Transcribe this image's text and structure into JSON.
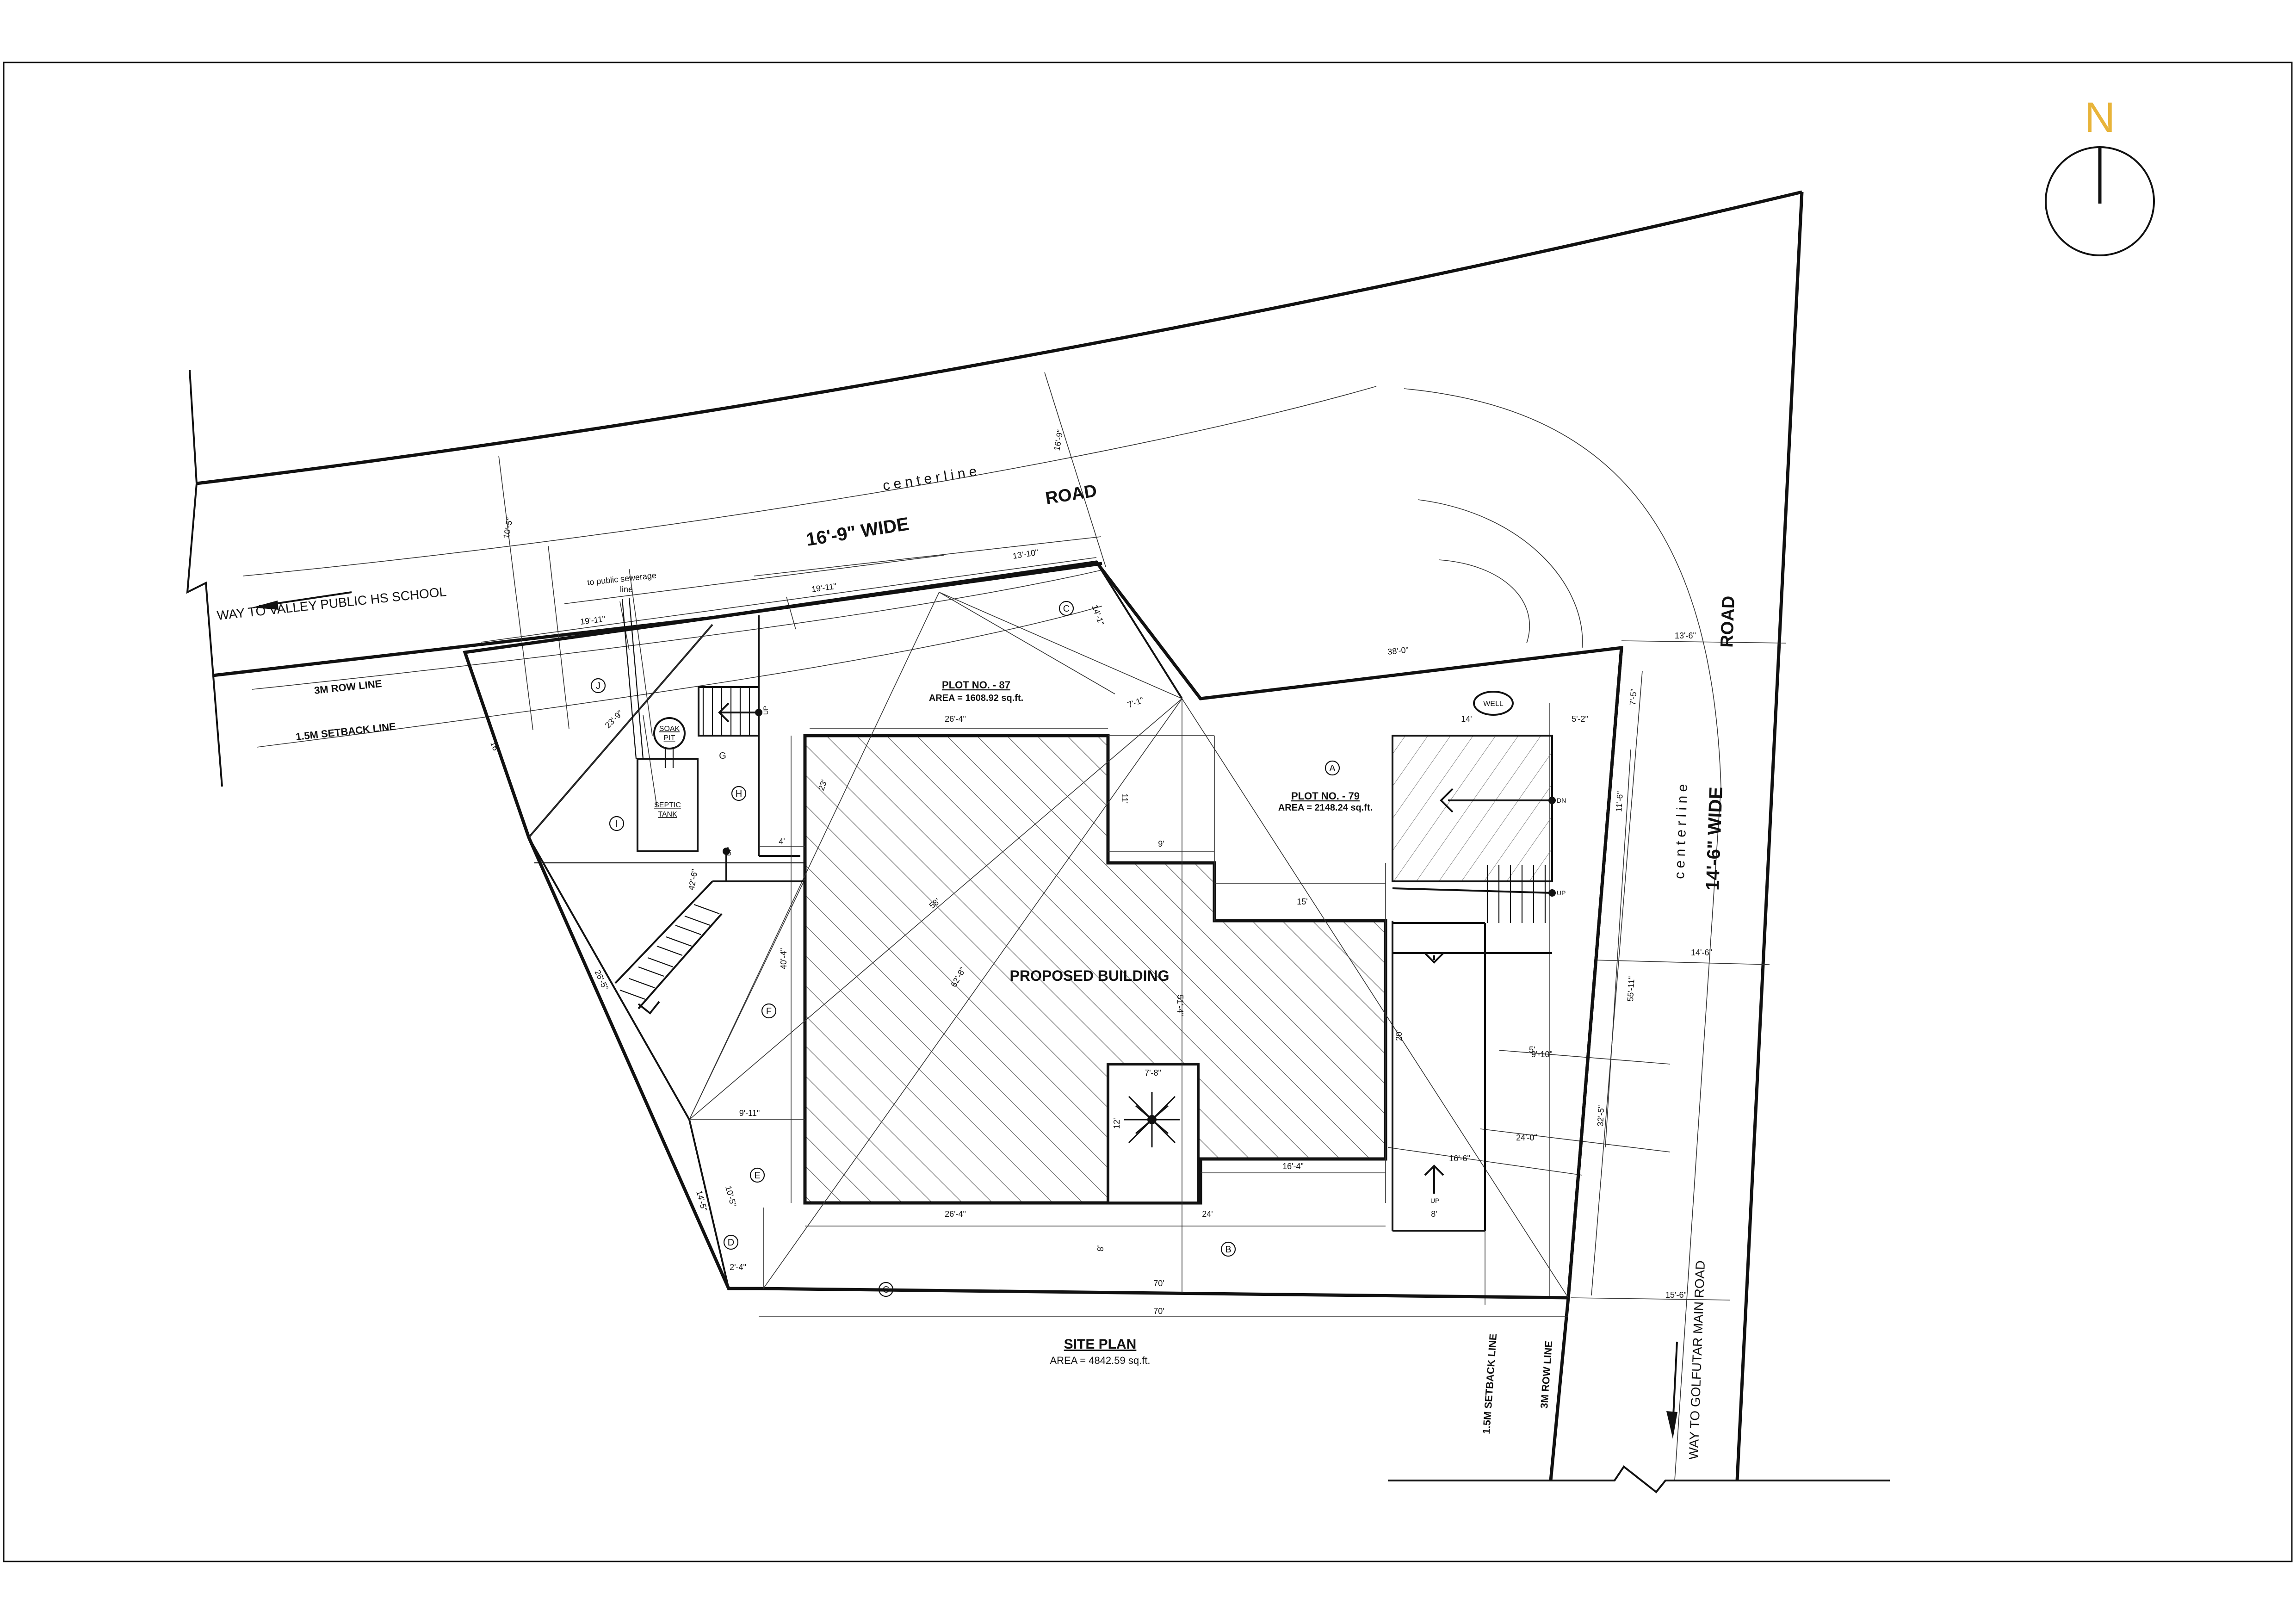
{
  "north": {
    "letter": "N",
    "color": "#E8B43A"
  },
  "site_plan": {
    "title": "SITE PLAN",
    "area": "AREA = 4842.59 sq.ft."
  },
  "plot87": {
    "title": "PLOT NO. - 87",
    "area": "AREA = 1608.92 sq.ft."
  },
  "plot79": {
    "title": "PLOT NO. - 79",
    "area": "AREA = 2148.24 sq.ft."
  },
  "building": {
    "label": "PROPOSED BUILDING"
  },
  "road_top": {
    "width": "16'-9\" WIDE",
    "road": "ROAD",
    "center": "c e n t e r   l i n e",
    "way": "WAY TO VALLEY PUBLIC HS SCHOOL",
    "row": "3M ROW LINE",
    "setback": "1.5M SETBACK LINE"
  },
  "road_right": {
    "width": "14'-6\" WIDE",
    "road": "ROAD",
    "center": "c e n t e r   l i n e",
    "way": "WAY TO GOLFUTAR MAIN ROAD",
    "row": "3M ROW LINE",
    "setback": "1.5M SETBACK LINE"
  },
  "utilities": {
    "soak": "SOAK",
    "pit": "PIT",
    "septic": "SEPTIC",
    "tank": "TANK",
    "sewer1": "to public sewerage",
    "sewer2": "line",
    "well": "WELL"
  },
  "zones": [
    "A",
    "B",
    "C",
    "C",
    "D",
    "E",
    "F",
    "G",
    "H",
    "I",
    "J"
  ],
  "stair": {
    "up": "UP",
    "dn": "DN"
  },
  "dims": {
    "d_26_4_top": "26'-4\"",
    "d_26_4_bot": "26'-4\"",
    "d_24": "24'",
    "d_70a": "70'",
    "d_70b": "70'",
    "d_40_4": "40'-4\"",
    "d_9_11": "9'-11\"",
    "d_9": "9'",
    "d_15": "15'",
    "d_16_4": "16'-4\"",
    "d_16_6": "16'-6\"",
    "d_24_0": "24'-0\"",
    "d_7_8": "7'-8\"",
    "d_8a": "8'",
    "d_8b": "8'",
    "d_13_10": "13'-10\"",
    "d_19_11a": "19'-11\"",
    "d_19_11b": "19'-11\"",
    "d_38_0": "38'-0\"",
    "d_13_6": "13'-6\"",
    "d_14_6": "14'-6\"",
    "d_15_6": "15'-6\"",
    "d_55_11": "55'-11\"",
    "d_32_5": "32'-5\"",
    "d_9_10": "9'-10\"",
    "d_5": "5'",
    "d_14": "14'",
    "d_5_2": "5'-2\"",
    "d_7_5": "7'-5\"",
    "d_11_6": "11'-6\"",
    "d_26_5": "26'-5\"",
    "d_14_5": "14'-5\"",
    "d_10_5": "10'-5\"",
    "d_16": "16'",
    "d_42_6": "42'-6\"",
    "d_62_8": "62'-8\"",
    "d_51_4": "51'-4\"",
    "d_58": "58'",
    "d_23": "23'",
    "d_23_9": "23'-9\"",
    "d_16_9": "16'-9\"",
    "d_14_1": "14'-1\"",
    "d_10_5b": "10'-5\"",
    "d_7_1": "7'-1\"",
    "d_4": "4'",
    "d_11": "11'",
    "d_12": "12'",
    "d_20": "20'",
    "d_2_4": "2'-4\""
  },
  "colors": {
    "ink": "#111111",
    "hatch": "#555555",
    "paper": "#ffffff"
  }
}
